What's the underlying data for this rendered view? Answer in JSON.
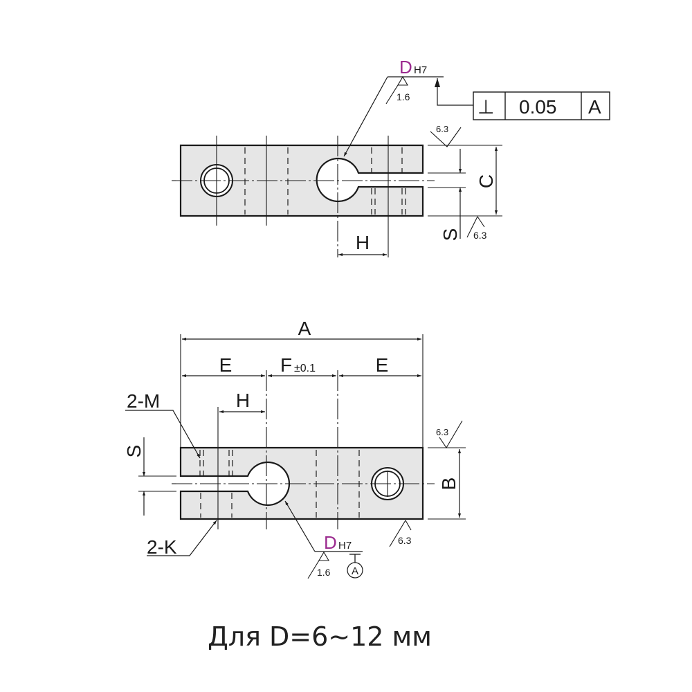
{
  "colors": {
    "line": "#1a1a1a",
    "part_fill": "#e6e6e6",
    "accent_d": "#9b2b8f",
    "background": "#ffffff"
  },
  "top_view": {
    "diameter_label": "D",
    "diameter_tolerance": "H7",
    "surface_finish_hole": "1.6",
    "tolerance_frame": {
      "symbol": "⊥",
      "symbol_name": "perpendicularity",
      "value": "0.05",
      "datum": "A"
    },
    "surface_finish_top": "6.3",
    "surface_finish_bottom": "6.3",
    "dim_C": "C",
    "dim_S": "S",
    "dim_H": "H"
  },
  "front_view": {
    "dim_A": "A",
    "dim_E_left": "E",
    "dim_F": "F",
    "dim_F_tolerance": "±0.1",
    "dim_E_right": "E",
    "dim_H": "H",
    "label_2M": "2-M",
    "label_2K": "2-K",
    "dim_S": "S",
    "dim_B": "B",
    "surface_finish_top": "6.3",
    "surface_finish_bottom": "6.3",
    "diameter_label": "D",
    "diameter_tolerance": "H7",
    "surface_finish_hole": "1.6",
    "datum_label": "A"
  },
  "caption": "Для D=6~12 мм"
}
